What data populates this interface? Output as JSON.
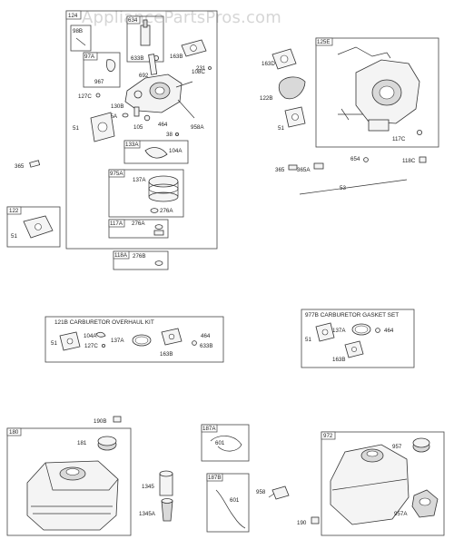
{
  "watermark": "AppliancePartsPros.com",
  "kits": {
    "overhaul_title": "121B CARBURETOR OVERHAUL KIT",
    "gasket_title": "977B CARBURETOR GASKET SET"
  },
  "labels": {
    "l124": "124",
    "l98b": "98B",
    "l97a": "97A",
    "l967": "967",
    "l634": "634",
    "l633b": "633B",
    "l163b": "163B",
    "l692": "692",
    "l108c": "108C",
    "l231": "231",
    "l127c": "127C",
    "l130b": "130B",
    "l95a": "95A",
    "l105": "105",
    "l464": "464",
    "l958a": "958A",
    "l38": "38",
    "l51": "51",
    "l365": "365",
    "l133a": "133A",
    "l104a": "104A",
    "l975a": "975A",
    "l137a": "137A",
    "l276a": "276A",
    "l117a": "117A",
    "l276a2": "276A",
    "l118a": "118A",
    "l276b": "276B",
    "l122": "122",
    "l51b": "51",
    "l163d": "163D",
    "l122b": "122B",
    "l51c": "51",
    "l125e": "125E",
    "l117c": "117C",
    "l365b": "365",
    "l365a": "365A",
    "l654": "654",
    "l118c": "118C",
    "l53": "53",
    "k_51": "51",
    "k_104a": "104A",
    "k_127c": "127C",
    "k_137a": "137A",
    "k_163b": "163B",
    "k_464": "464",
    "k_633b": "633B",
    "g_51": "51",
    "g_137a": "137A",
    "g_163b": "163B",
    "g_464": "464",
    "l190b": "190B",
    "l180": "180",
    "l181": "181",
    "l1345": "1345",
    "l1345a": "1345A",
    "l187a": "187A",
    "l601": "601",
    "l187b": "187B",
    "l601b": "601",
    "l958": "958",
    "l972": "972",
    "l957": "957",
    "l957a": "957A",
    "l190": "190"
  }
}
